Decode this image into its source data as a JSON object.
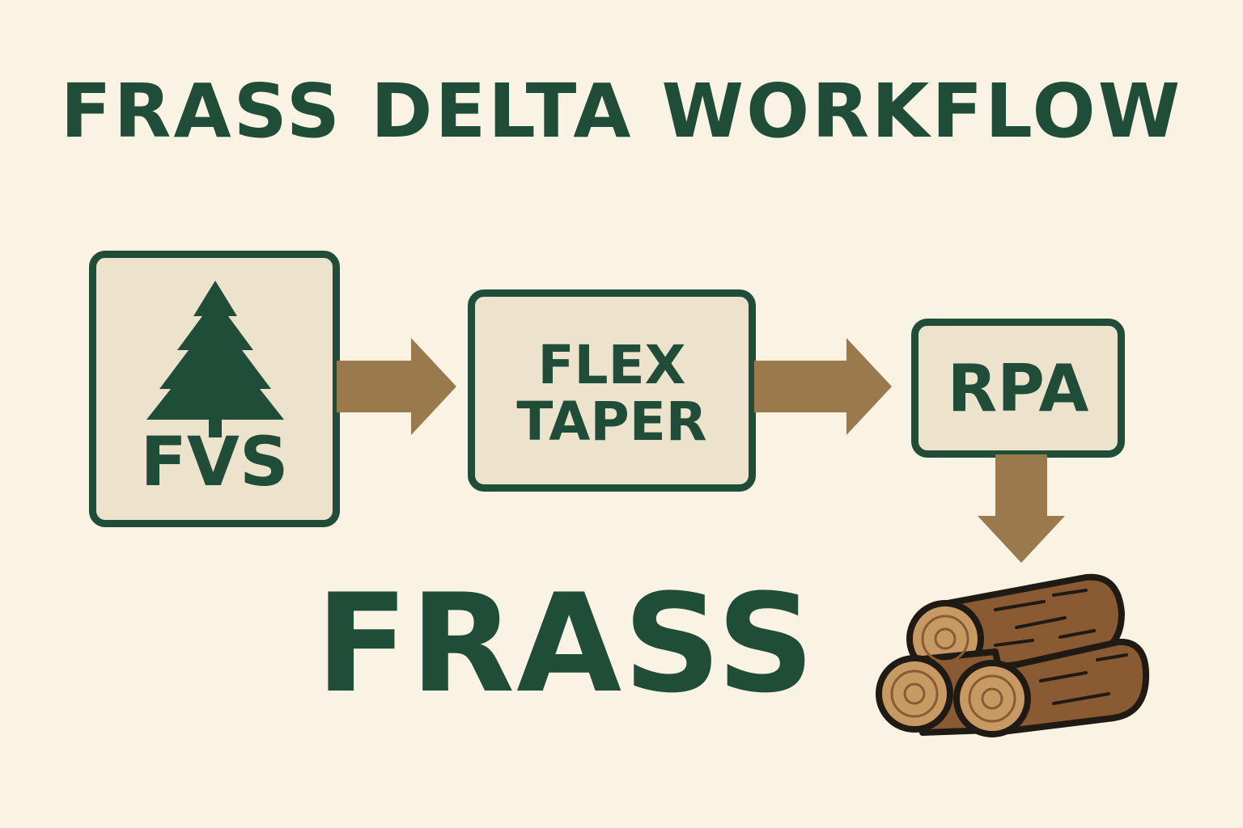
{
  "title": "FRASS DELTA WORKFLOW",
  "nodes": {
    "fvs": {
      "label": "FVS",
      "icon": "tree-icon"
    },
    "flex_taper": {
      "line1": "FLEX",
      "line2": "TAPER"
    },
    "rpa": {
      "label": "RPA"
    }
  },
  "result": {
    "label": "FRASS",
    "icon": "logs-icon"
  },
  "colors": {
    "background": "#faf3e4",
    "box_fill": "#ede3cc",
    "dark_green": "#1f4d38",
    "arrow_brown": "#9a7a4c",
    "log_bark": "#8a5a32",
    "log_end": "#c89a63"
  }
}
